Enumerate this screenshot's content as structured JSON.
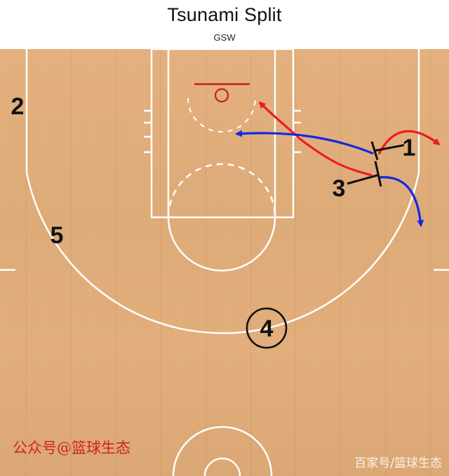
{
  "header": {
    "title": "Tsunami Split",
    "subtitle": "GSW"
  },
  "players": [
    {
      "label": "1",
      "circled": false
    },
    {
      "label": "2",
      "circled": false
    },
    {
      "label": "3",
      "circled": false
    },
    {
      "label": "4",
      "circled": true
    },
    {
      "label": "5",
      "circled": false
    }
  ],
  "colors": {
    "court_wood": "#e1ae7c",
    "court_lines": "#ffffff",
    "rim": "#c81e1e",
    "cut_red": "#ee1c1c",
    "cut_blue": "#1428e6",
    "screen_mark": "#111111"
  },
  "watermarks": {
    "left": "公众号@篮球生态",
    "right": "百家号/篮球生态"
  }
}
